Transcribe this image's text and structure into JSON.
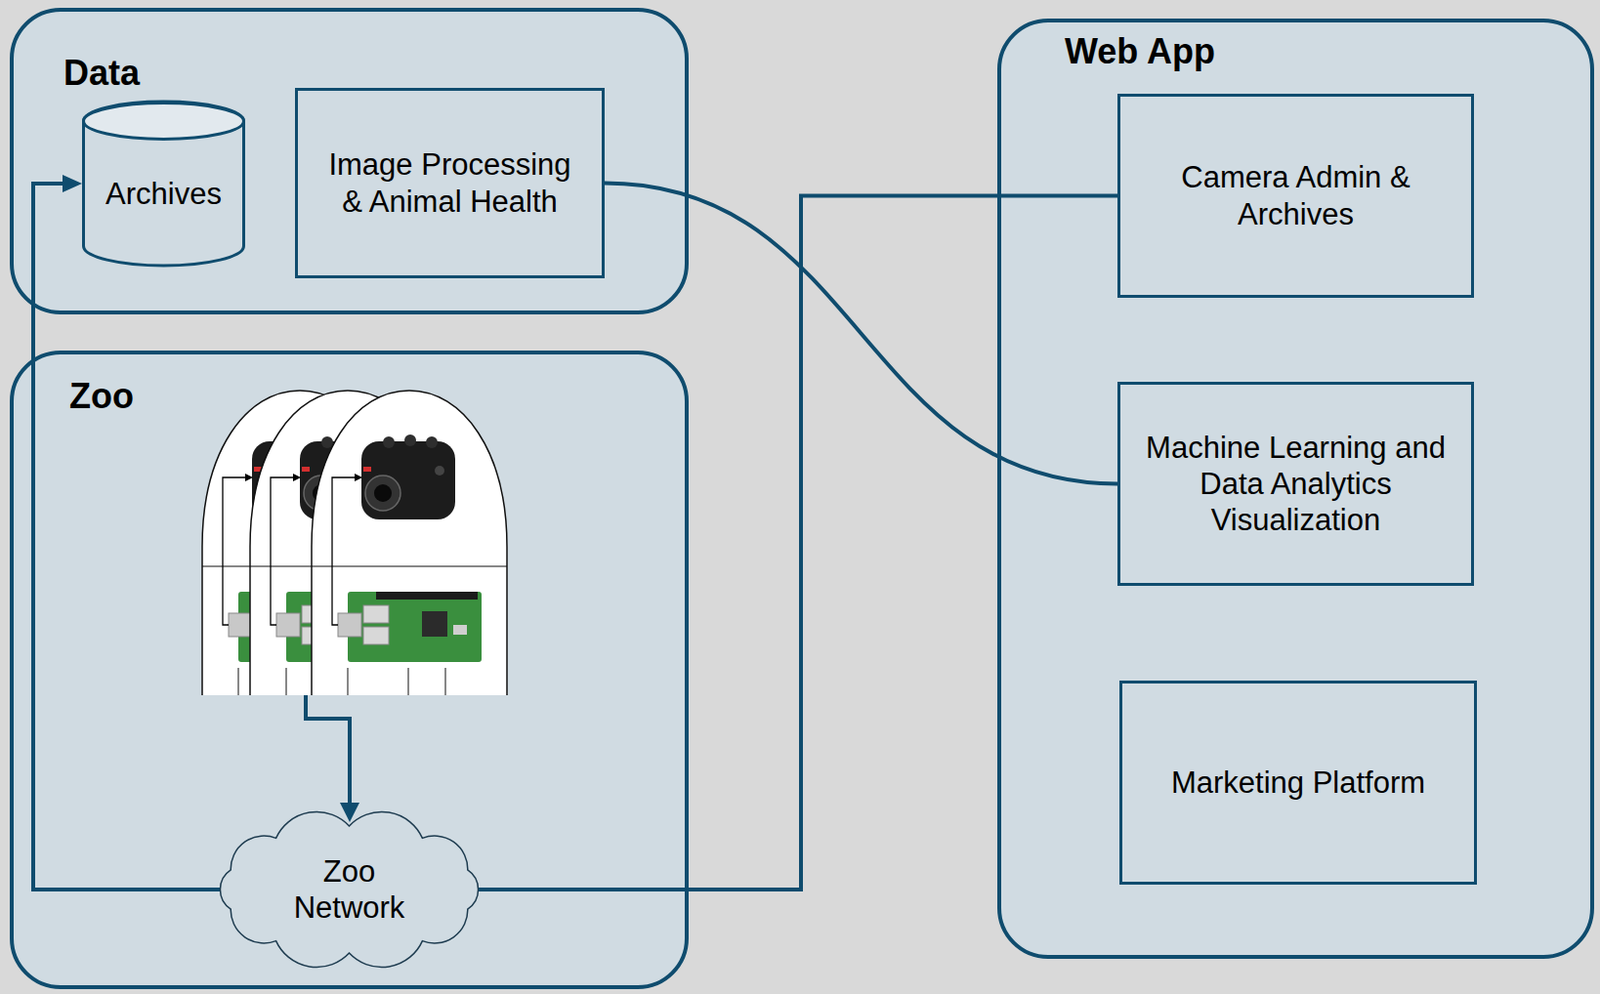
{
  "diagram": {
    "nodes": [
      {
        "text": [
          "Data"
        ]
      },
      {
        "text": [
          "Archives"
        ],
        "in": 0
      },
      {
        "text": [
          "Image Processing & Animal Health"
        ],
        "in": 0
      },
      {
        "text": [
          "Zoo"
        ]
      },
      {
        "text": [
          "Zoo Network"
        ],
        "in": 3
      },
      {
        "text": [
          "Web App"
        ]
      },
      {
        "text": [
          "Camera Admin & Archives"
        ],
        "in": 5
      },
      {
        "text": [
          "Machine Learning and Data Analytics Visualization"
        ],
        "in": 5
      },
      {
        "text": [
          "Marketing Platform"
        ],
        "in": 5
      }
    ],
    "edges": [
      {
        "from": 4,
        "to": 1,
        "arrow": "to"
      },
      {
        "from": 4,
        "to": 6,
        "arrow": "none"
      },
      {
        "from": 2,
        "to": 7,
        "arrow": "none"
      }
    ]
  }
}
